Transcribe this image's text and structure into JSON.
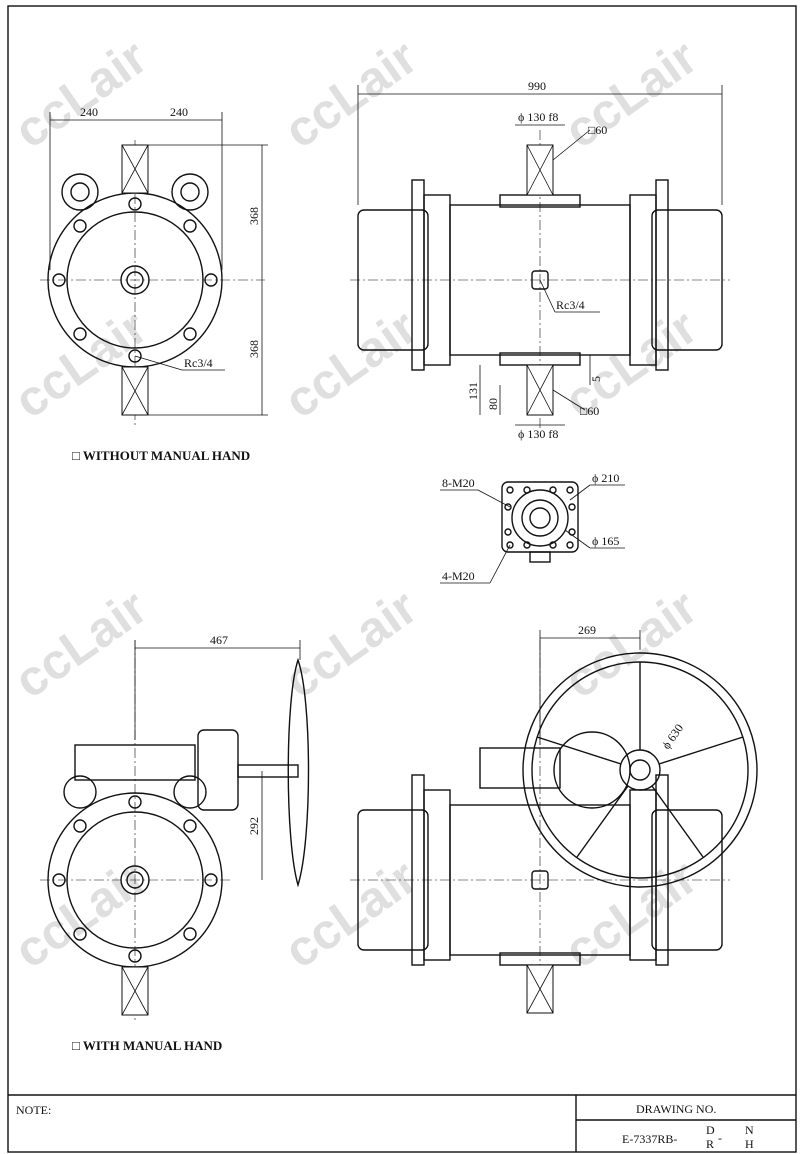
{
  "watermark": "ccLair",
  "top_left_view": {
    "dim_left": "240",
    "dim_right": "240",
    "dim_upper": "368",
    "dim_lower": "368",
    "port": "Rc3/4"
  },
  "top_right_view": {
    "dim_length": "990",
    "shaft_top": "ϕ 130 f8",
    "square_top": "□60",
    "port": "Rc3/4",
    "dim_131": "131",
    "dim_80": "80",
    "dim_5": "5",
    "shaft_bottom": "ϕ 130 f8",
    "square_bottom": "□60"
  },
  "without_label": "□ WITHOUT MANUAL HAND",
  "flange_view": {
    "bolts_8": "8-M20",
    "bolts_4": "4-M20",
    "dia_210": "ϕ 210",
    "dia_165": "ϕ 165"
  },
  "bottom_left_view": {
    "dim_467": "467",
    "dim_292": "292"
  },
  "bottom_right_view": {
    "dim_269": "269",
    "wheel_dia": "ϕ 630"
  },
  "with_label": "□ WITH MANUAL HAND",
  "title_block": {
    "note_label": "NOTE:",
    "drawing_no_label": "DRAWING NO.",
    "drawing_no_prefix": "E-7337RB-",
    "frac1_top": "D",
    "frac1_bottom": "R",
    "frac2_top": "N",
    "frac2_bottom": "H"
  }
}
